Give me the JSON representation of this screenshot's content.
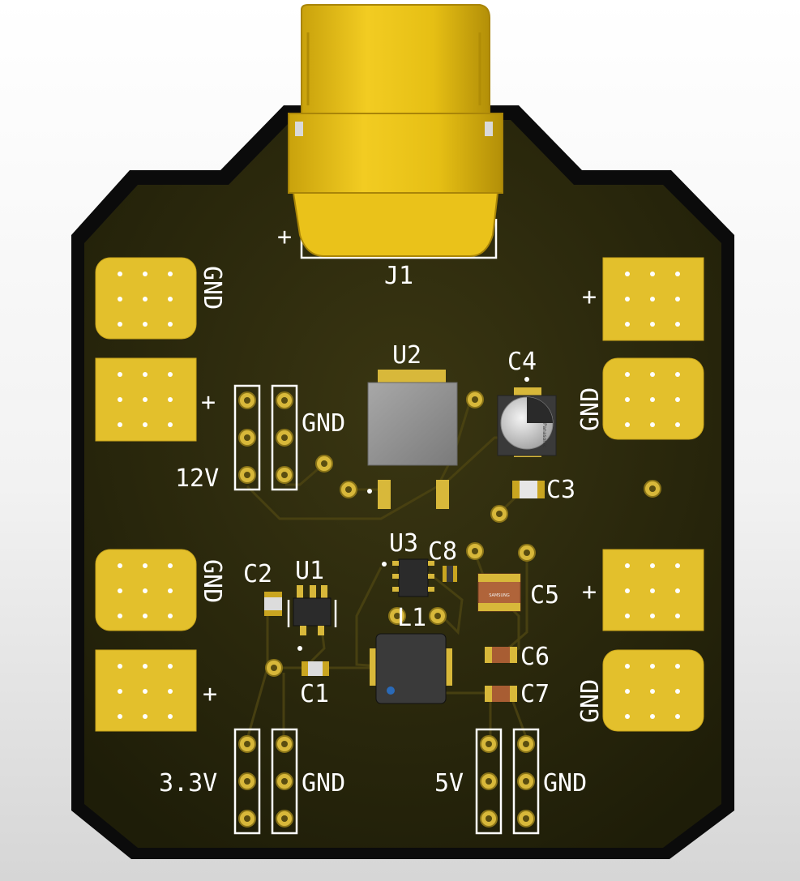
{
  "labels": {
    "j1": "J1",
    "j1_plus": "+",
    "u1": "U1",
    "u2": "U2",
    "u3": "U3",
    "c1": "C1",
    "c2": "C2",
    "c3": "C3",
    "c4": "C4",
    "c5": "C5",
    "c6": "C6",
    "c7": "C7",
    "c8": "C8",
    "l1": "L1",
    "gnd_tl": "GND",
    "plus_ml": "+",
    "gnd_lm": "GND",
    "plus_bl": "+",
    "plus_tr": "+",
    "gnd_tr": "GND",
    "plus_mr": "+",
    "gnd_br": "GND",
    "hdr_12v": "12V",
    "hdr_12v_gnd": "GND",
    "hdr_33v": "3.3V",
    "hdr_33v_gnd": "GND",
    "hdr_5v": "5V",
    "hdr_5v_gnd": "GND"
  },
  "component_marks": {
    "c4_brand": "Panasonic",
    "c5_brand": "SAMSUNG"
  },
  "colors": {
    "board": "#2a2a0c",
    "board_edge": "#0b0b0b",
    "copper_pad": "#e3c02c",
    "silkscreen": "#ffffff",
    "connector": "#e8c017"
  }
}
